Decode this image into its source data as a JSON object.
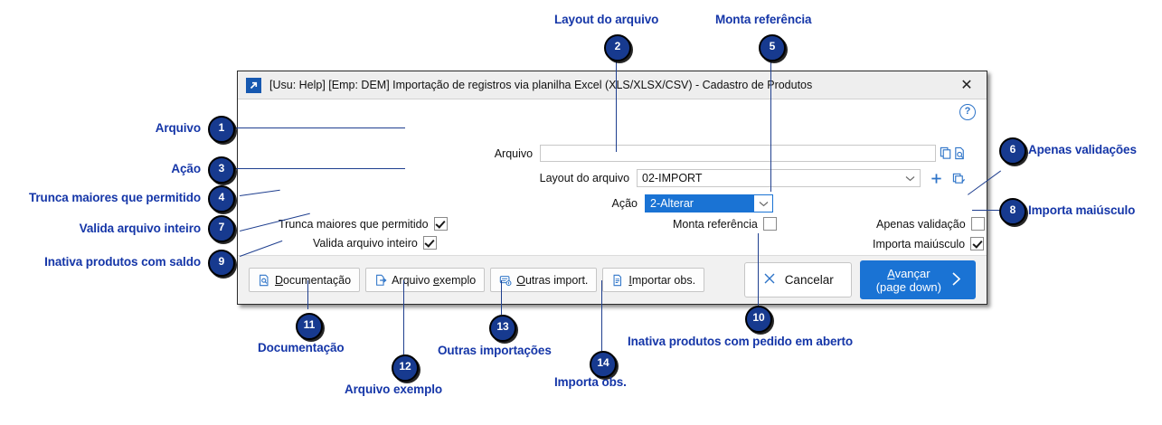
{
  "window": {
    "app_icon": "arrow-diagonal-icon",
    "title": "[Usu: Help] [Emp: DEM] Importação de registros via planilha Excel (XLS/XLSX/CSV) - Cadastro de Produtos",
    "close_label": "✕",
    "help_label": "?"
  },
  "form": {
    "arquivo": {
      "label": "Arquivo",
      "value": "",
      "placeholder": ""
    },
    "layout": {
      "label": "Layout do arquivo",
      "value": "02-IMPORT"
    },
    "acao": {
      "label": "Ação",
      "value": "2-Alterar"
    }
  },
  "checkboxes": {
    "trunca": {
      "label": "Trunca maiores que permitido",
      "checked": true
    },
    "valida": {
      "label": "Valida arquivo inteiro",
      "checked": true
    },
    "inativa_saldo": {
      "label": "Inativa produtos com saldo",
      "checked": true
    },
    "monta_referencia": {
      "label": "Monta referência",
      "checked": false
    },
    "inativa_pedido": {
      "label": "Inativa produtos com pedido em aberto",
      "checked": true
    },
    "apenas_validacao": {
      "label": "Apenas validação",
      "checked": false
    },
    "importa_maiusculo": {
      "label": "Importa maiúsculo",
      "checked": true
    }
  },
  "buttons": {
    "documentacao": {
      "pre": "",
      "accel": "D",
      "post": "ocumentação"
    },
    "arquivo_exemplo": {
      "pre": "Arquivo ",
      "accel": "e",
      "post": "xemplo"
    },
    "outras_import": {
      "pre": "",
      "accel": "O",
      "post": "utras import."
    },
    "importar_obs": {
      "pre": "",
      "accel": "I",
      "post": "mportar obs."
    },
    "cancelar": {
      "label": "Cancelar"
    },
    "avancar": {
      "accel": "A",
      "post": "vançar",
      "sub": "(page down)"
    }
  },
  "annotations": [
    {
      "n": "1",
      "label": "Arquivo"
    },
    {
      "n": "2",
      "label": "Layout do arquivo"
    },
    {
      "n": "3",
      "label": "Ação"
    },
    {
      "n": "4",
      "label": "Trunca maiores que permitido"
    },
    {
      "n": "5",
      "label": "Monta referência"
    },
    {
      "n": "6",
      "label": "Apenas validações"
    },
    {
      "n": "7",
      "label": "Valida arquivo inteiro"
    },
    {
      "n": "8",
      "label": "Importa maiúsculo"
    },
    {
      "n": "9",
      "label": "Inativa produtos com saldo"
    },
    {
      "n": "10",
      "label": "Inativa produtos com pedido em aberto"
    },
    {
      "n": "11",
      "label": "Documentação"
    },
    {
      "n": "12",
      "label": "Arquivo exemplo"
    },
    {
      "n": "13",
      "label": "Outras importações"
    },
    {
      "n": "14",
      "label": "Importa obs."
    }
  ],
  "colors": {
    "accent": "#1a73d4",
    "annotation": "#1536a8",
    "badge": "#173a8f",
    "titlebar": "#eeeeee",
    "footer": "#f1f1f1"
  }
}
